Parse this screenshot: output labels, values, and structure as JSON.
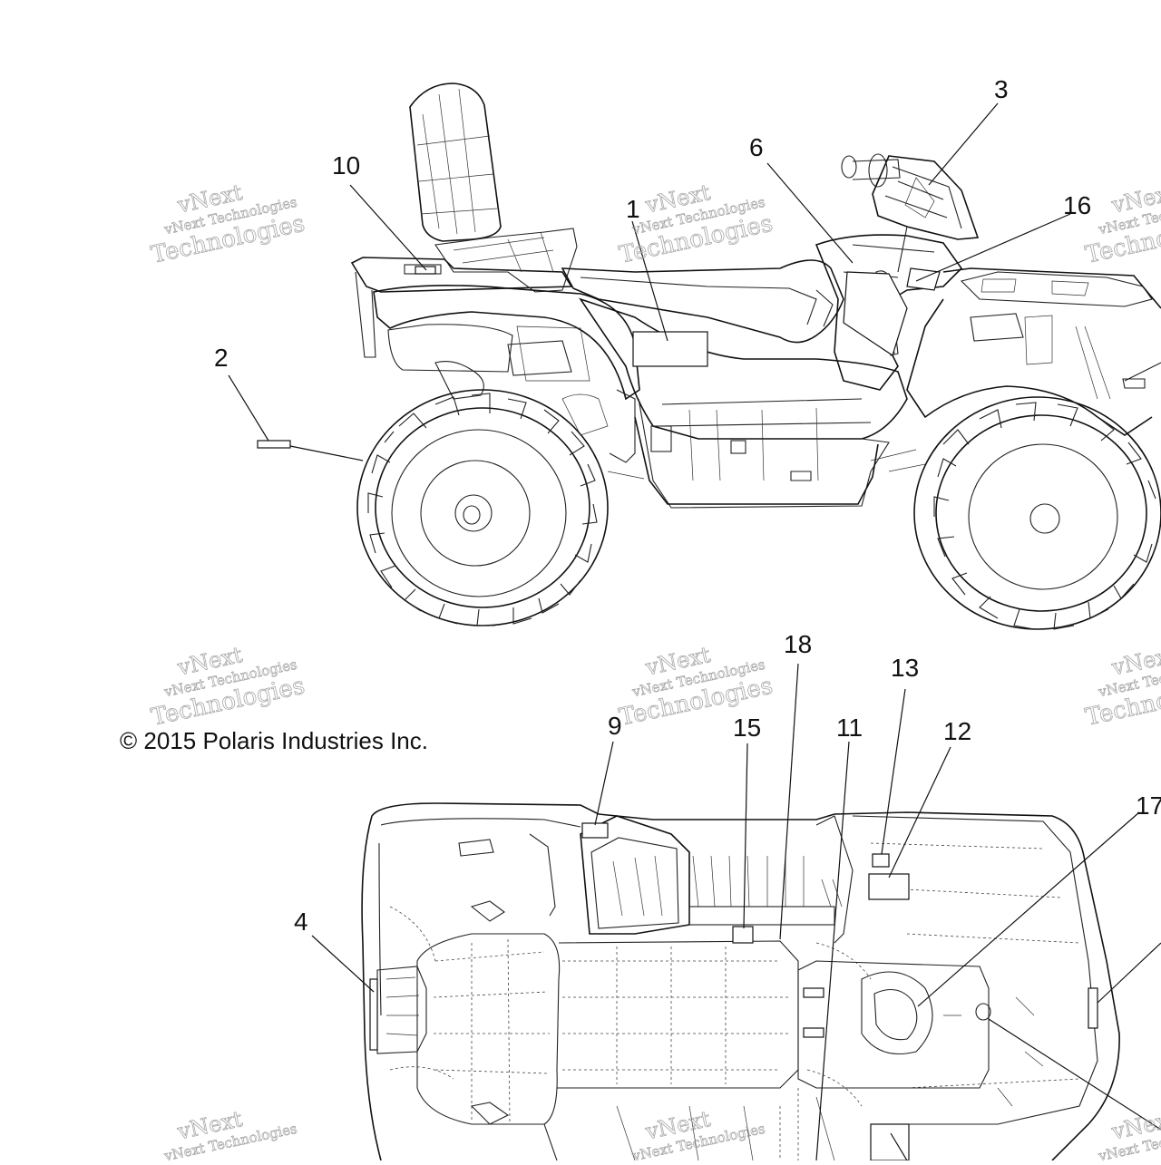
{
  "copyright": "© 2015 Polaris Industries Inc.",
  "watermark": {
    "line1": "vNext",
    "line2": "vNext Technologies",
    "line3": "Technologies"
  },
  "callouts": {
    "c1": "1",
    "c2": "2",
    "c3": "3",
    "c4": "4",
    "c6": "6",
    "c9": "9",
    "c10": "10",
    "c11": "11",
    "c12": "12",
    "c13": "13",
    "c15": "15",
    "c16": "16",
    "c17": "17",
    "c18": "18"
  }
}
